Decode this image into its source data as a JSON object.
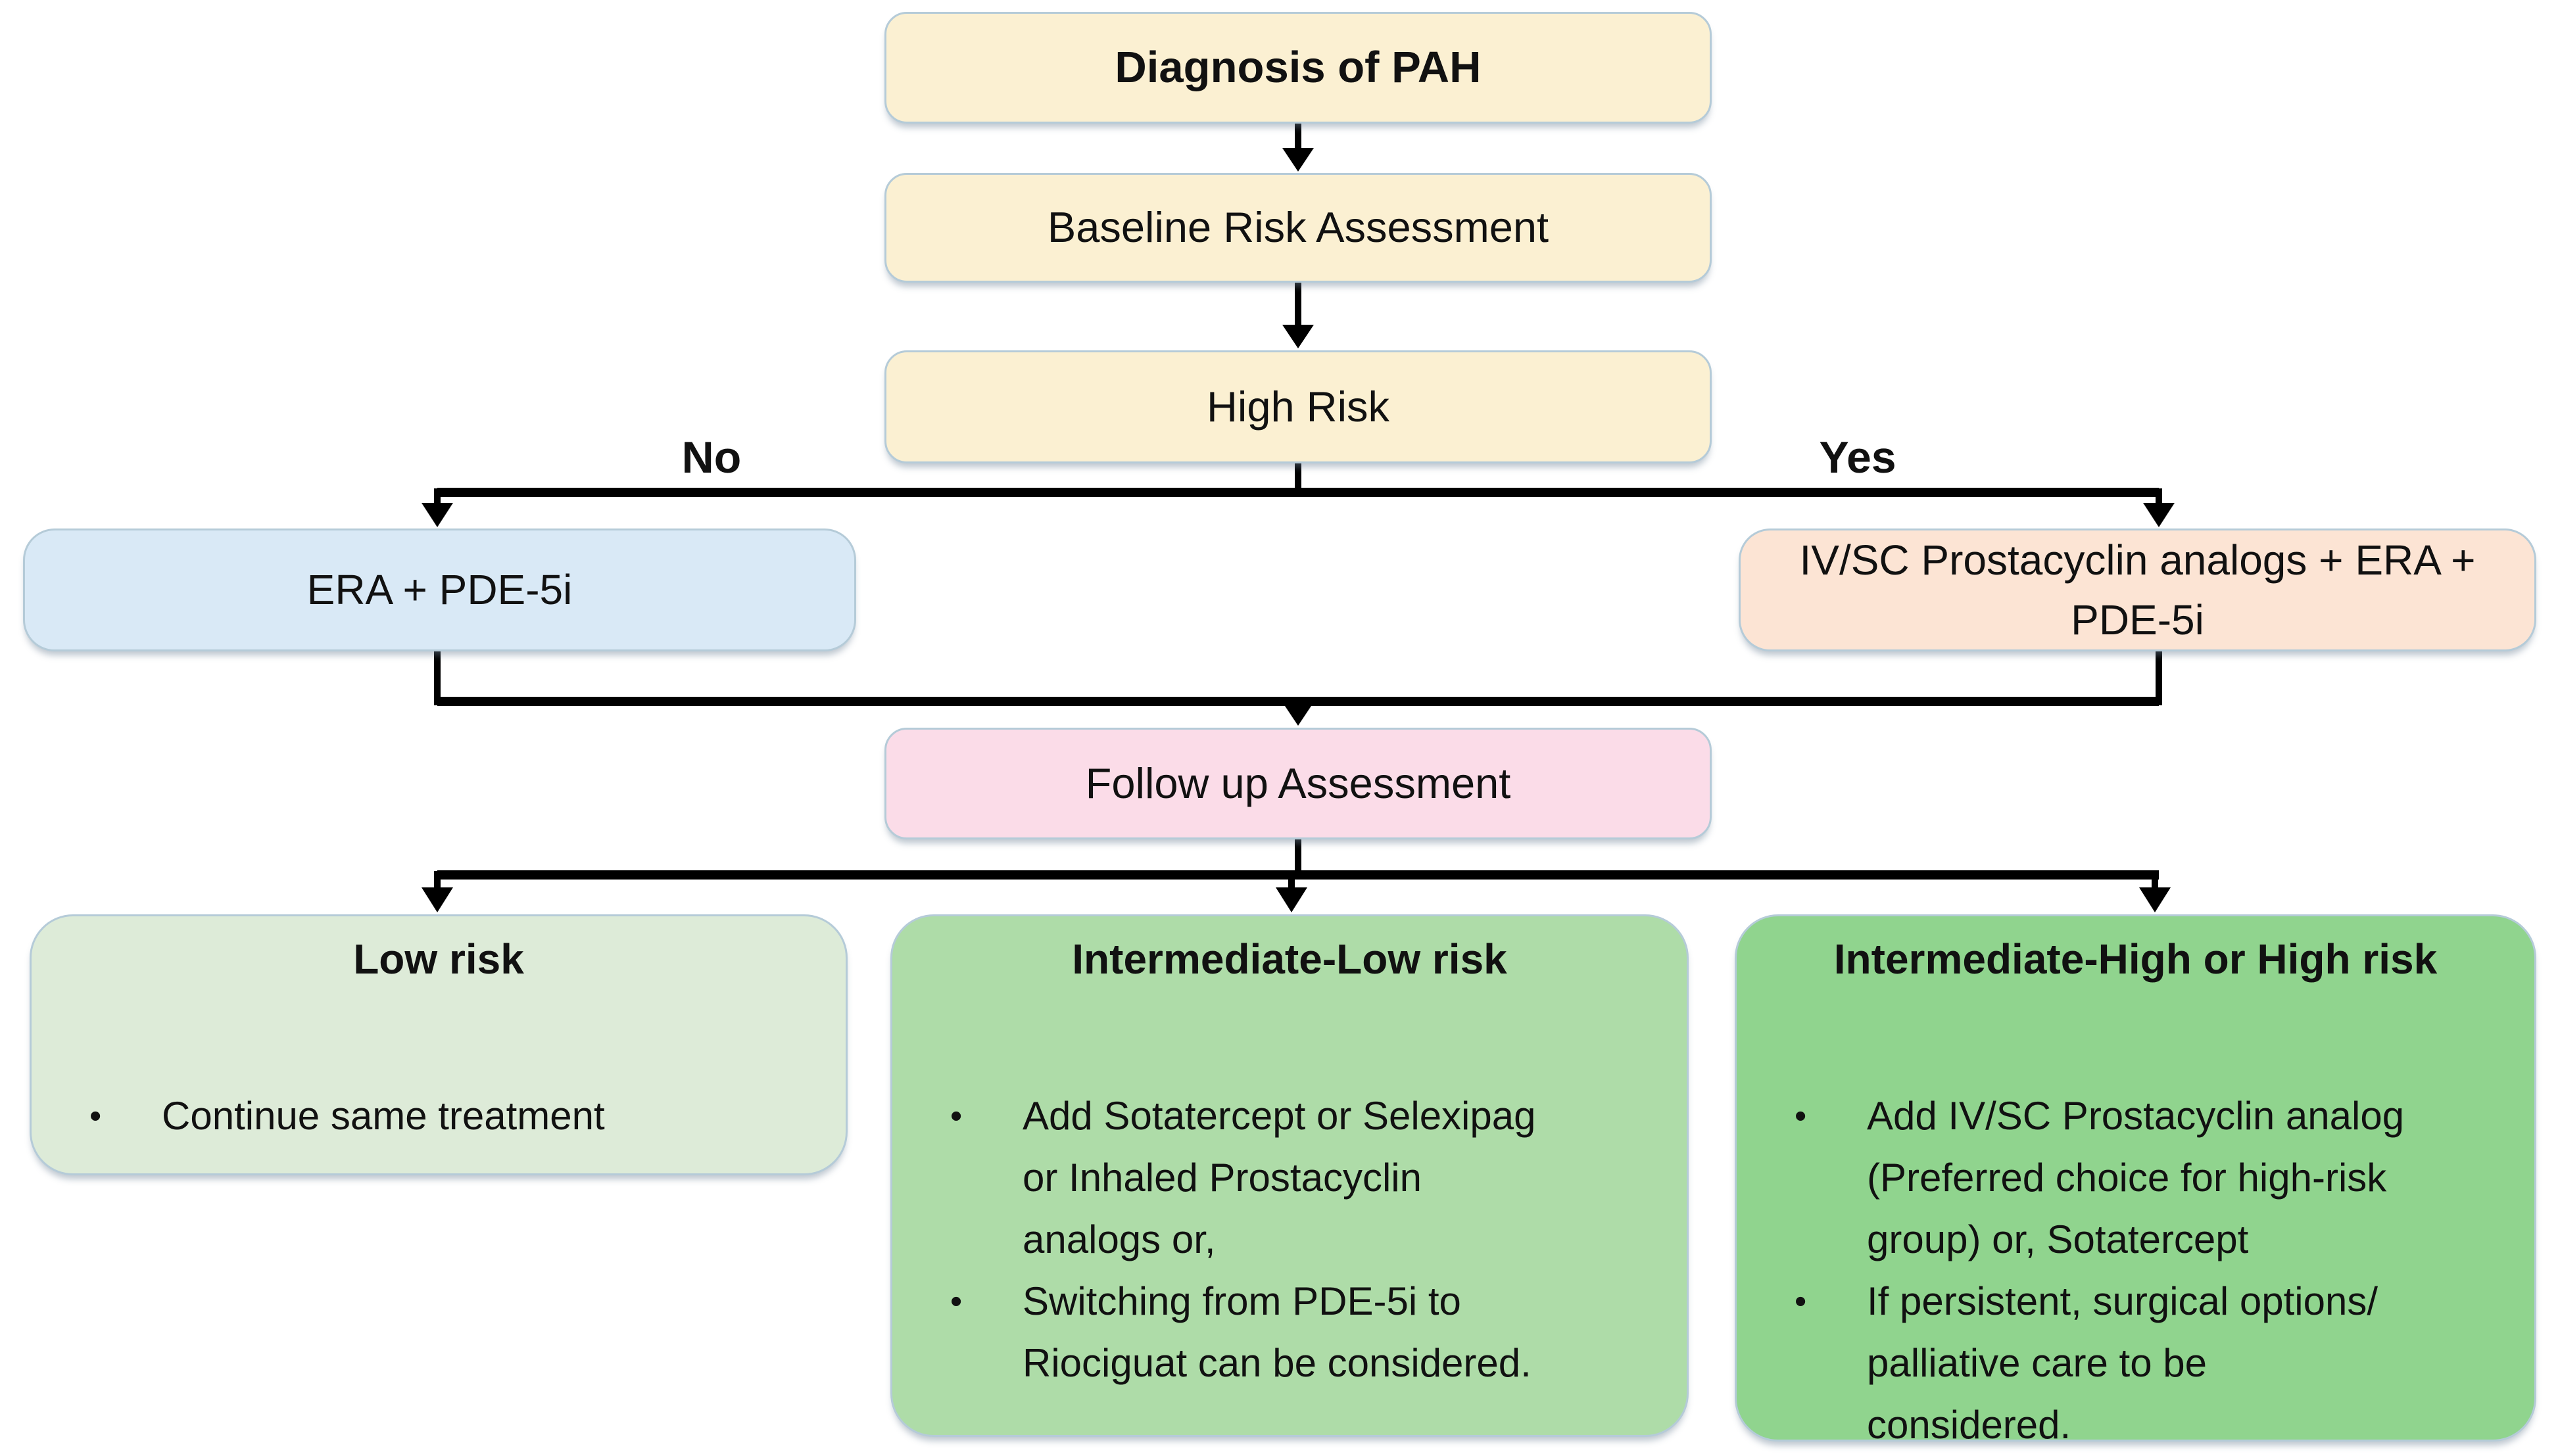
{
  "flowchart": {
    "title": "PAH treatment algorithm flowchart",
    "nodes": {
      "diagnosis": {
        "label": "Diagnosis of PAH"
      },
      "baseline": {
        "label": "Baseline Risk Assessment"
      },
      "high_risk": {
        "label": "High Risk"
      },
      "era_pde5i": {
        "label": "ERA + PDE-5i"
      },
      "ivsc_prostacyclin": {
        "label": "IV/SC Prostacyclin analogs + ERA +\nPDE-5i"
      },
      "followup": {
        "label": "Follow up Assessment"
      },
      "low_risk": {
        "title": "Low risk",
        "bullets": [
          "Continue same treatment"
        ]
      },
      "intermediate_low": {
        "title": "Intermediate-Low risk",
        "bullets": [
          "Add Sotatercept or Selexipag\nor Inhaled Prostacyclin\nanalogs or,",
          "Switching from PDE-5i to\nRiociguat can be considered."
        ]
      },
      "intermediate_high": {
        "title": "Intermediate-High or High risk",
        "bullets": [
          "Add IV/SC Prostacyclin analog\n(Preferred choice for high-risk\ngroup)  or, Sotatercept",
          "If persistent, surgical options/\npalliative care to be\nconsidered."
        ]
      }
    },
    "edge_labels": {
      "no": "No",
      "yes": "Yes"
    },
    "bullet_glyph": "•"
  },
  "colors": {
    "yellow": "#FBF0D2",
    "blue": "#D9E9F6",
    "peach": "#FCE4D4",
    "pink": "#FBDCE8",
    "green_light": "#DDEBD8",
    "green_mid": "#AEDCA8",
    "green_dark": "#90D48E",
    "border": "#B5CBD8",
    "line": "#000000",
    "text": "#111111"
  }
}
